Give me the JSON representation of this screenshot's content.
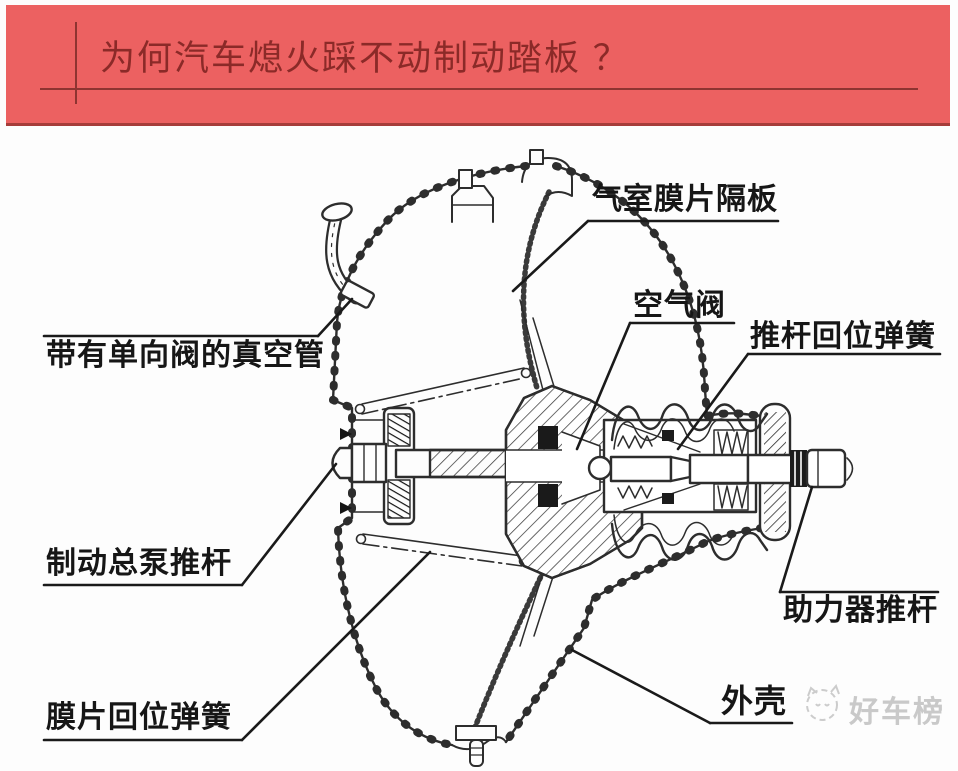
{
  "banner": {
    "title": "为何汽车熄火踩不动制动踏板 ？",
    "bg_color": "#ec6161",
    "text_color": "#8b2a28",
    "accent_line_color": "#8e3431",
    "border_bottom_color": "#a63d3a"
  },
  "diagram": {
    "subject": "vacuum-brake-booster-cross-section",
    "stroke_color": "#2d2d2d",
    "labels": {
      "chamber_diaphragm": "气室膜片隔板",
      "air_valve": "空气阀",
      "pushrod_return_spring": "推杆回位弹簧",
      "vacuum_pipe": "带有单向阀的真空管",
      "master_cylinder_pushrod": "制动总泵推杆",
      "diaphragm_return_spring": "膜片回位弹簧",
      "booster_pushrod": "助力器推杆",
      "housing": "外壳"
    },
    "watermark": {
      "text": "好车榜",
      "color": "#c9c9c9"
    }
  }
}
